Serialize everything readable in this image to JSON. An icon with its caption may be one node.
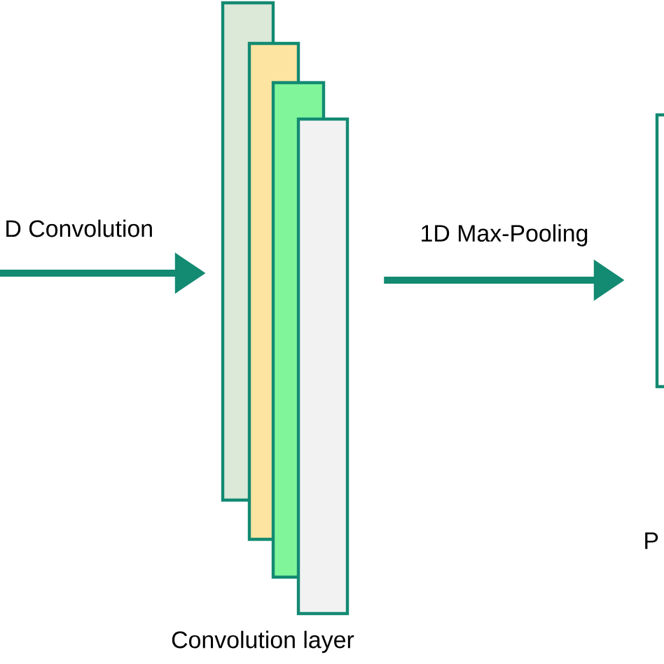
{
  "diagram": {
    "nodes": [
      {
        "text": [],
        "shape": "bar"
      },
      {
        "text": [],
        "shape": "bar"
      },
      {
        "text": [],
        "shape": "bar"
      },
      {
        "text": [],
        "shape": "bar",
        "beside": [
          "Convolution layer"
        ]
      },
      {
        "text": [],
        "shape": "bar"
      }
    ],
    "edges": [
      {
        "from": null,
        "to": 0,
        "arrow": "to",
        "label": "D Convolution"
      },
      {
        "from": 3,
        "to": 4,
        "arrow": "to",
        "label": "1D Max-Pooling"
      }
    ],
    "labels": [
      "P"
    ]
  }
}
